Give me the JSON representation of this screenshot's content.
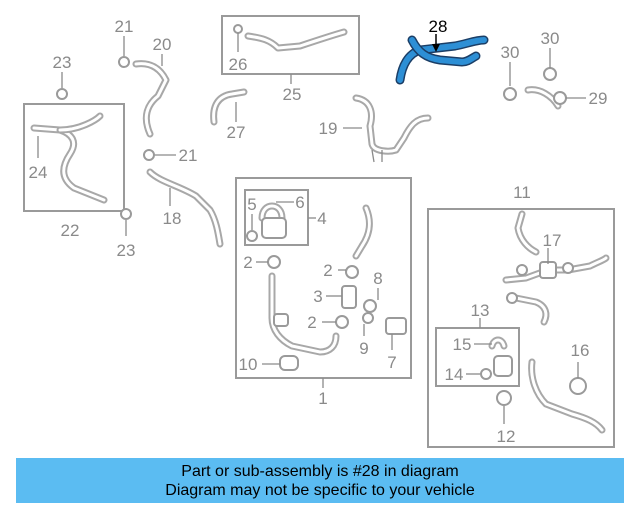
{
  "diagram": {
    "labels": {
      "c1": "1",
      "c2a": "2",
      "c2b": "2",
      "c2c": "2",
      "c3": "3",
      "c4": "4",
      "c5": "5",
      "c6": "6",
      "c7": "7",
      "c8": "8",
      "c9": "9",
      "c10": "10",
      "c11": "11",
      "c12": "12",
      "c13": "13",
      "c14": "14",
      "c15": "15",
      "c16": "16",
      "c17": "17",
      "c18": "18",
      "c19": "19",
      "c20": "20",
      "c21a": "21",
      "c21b": "21",
      "c22": "22",
      "c23a": "23",
      "c23b": "23",
      "c24": "24",
      "c25": "25",
      "c26": "26",
      "c27": "27",
      "c28": "28",
      "c29": "29",
      "c30a": "30",
      "c30b": "30"
    },
    "highlight_part": "28",
    "colors": {
      "highlight": "#2d8fd5",
      "line": "#a8a8a8",
      "banner": "#5bbcf2"
    }
  },
  "banner": {
    "line1": "Part or sub-assembly is #28 in diagram",
    "line2": "Diagram may not be specific to your vehicle"
  }
}
